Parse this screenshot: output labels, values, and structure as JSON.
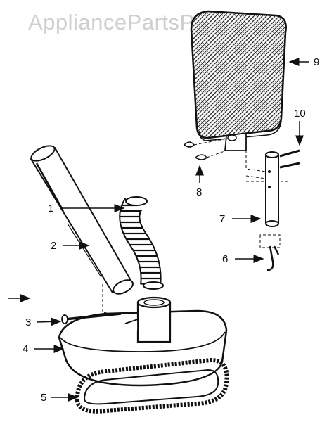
{
  "watermark": "AppliancePartsPros.com",
  "callouts": [
    {
      "id": "1",
      "label": "1"
    },
    {
      "id": "2",
      "label": "2"
    },
    {
      "id": "3",
      "label": "3"
    },
    {
      "id": "4",
      "label": "4"
    },
    {
      "id": "5",
      "label": "5"
    },
    {
      "id": "6",
      "label": "6"
    },
    {
      "id": "7",
      "label": "7"
    },
    {
      "id": "8",
      "label": "8"
    },
    {
      "id": "9",
      "label": "9"
    },
    {
      "id": "10",
      "label": "10"
    }
  ],
  "colors": {
    "line": "#111111",
    "watermark": "#cfcfcf",
    "background": "#ffffff"
  }
}
